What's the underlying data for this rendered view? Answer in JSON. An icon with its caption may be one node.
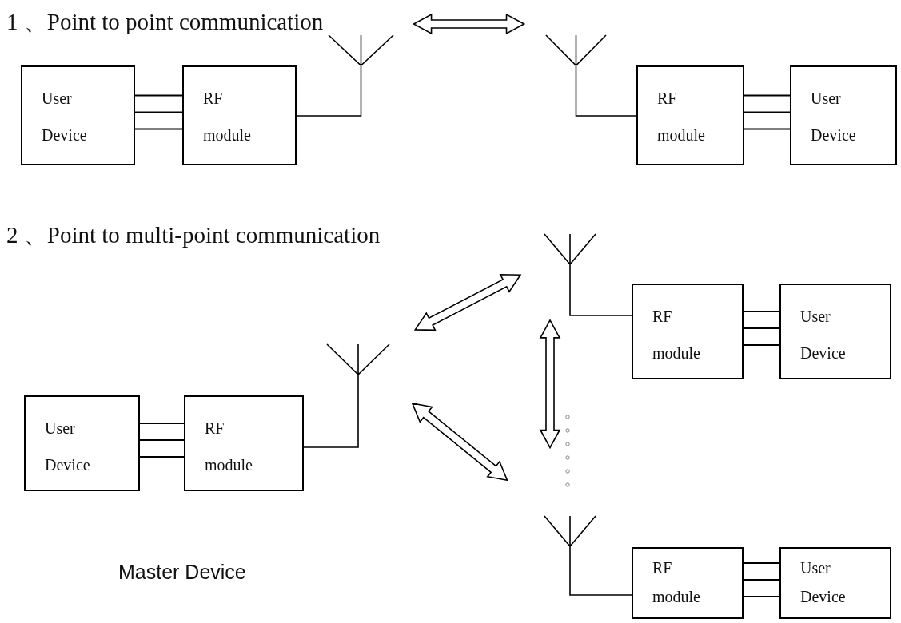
{
  "diagram": {
    "nodes": [
      {
        "text": [
          "User Device"
        ]
      },
      {
        "text": [
          "RF module"
        ]
      },
      {
        "text": [],
        "shape": "antenna"
      },
      {
        "text": [],
        "shape": "antenna"
      },
      {
        "text": [
          "RF module"
        ]
      },
      {
        "text": [
          "User Device"
        ]
      },
      {
        "text": [
          "User Device"
        ]
      },
      {
        "text": [
          "RF module"
        ]
      },
      {
        "text": [],
        "shape": "antenna"
      },
      {
        "text": [],
        "shape": "antenna"
      },
      {
        "text": [
          "RF module"
        ]
      },
      {
        "text": [
          "User Device"
        ]
      },
      {
        "text": [],
        "shape": "antenna"
      },
      {
        "text": [
          "RF module"
        ]
      },
      {
        "text": [
          "User Device"
        ]
      }
    ],
    "edges": [
      {
        "from": 0,
        "to": 1,
        "arrow": "none"
      },
      {
        "from": 1,
        "to": 2,
        "arrow": "none"
      },
      {
        "from": 2,
        "to": 3,
        "arrow": "both",
        "style": "thick"
      },
      {
        "from": 3,
        "to": 4,
        "arrow": "none"
      },
      {
        "from": 4,
        "to": 5,
        "arrow": "none"
      },
      {
        "from": 6,
        "to": 7,
        "arrow": "none"
      },
      {
        "from": 7,
        "to": 8,
        "arrow": "none"
      },
      {
        "from": 8,
        "to": 9,
        "arrow": "both",
        "style": "thick"
      },
      {
        "from": 8,
        "to": 12,
        "arrow": "both",
        "style": "thick"
      },
      {
        "from": 9,
        "to": 12,
        "arrow": "both",
        "style": "thick"
      },
      {
        "from": 9,
        "to": 10,
        "arrow": "none"
      },
      {
        "from": 10,
        "to": 11,
        "arrow": "none"
      },
      {
        "from": 12,
        "to": 13,
        "arrow": "none"
      },
      {
        "from": 13,
        "to": 14,
        "arrow": "none"
      }
    ],
    "labels": [
      "1 、Point to point communication",
      "2 、Point to multi-point communication",
      "Master Device"
    ]
  }
}
